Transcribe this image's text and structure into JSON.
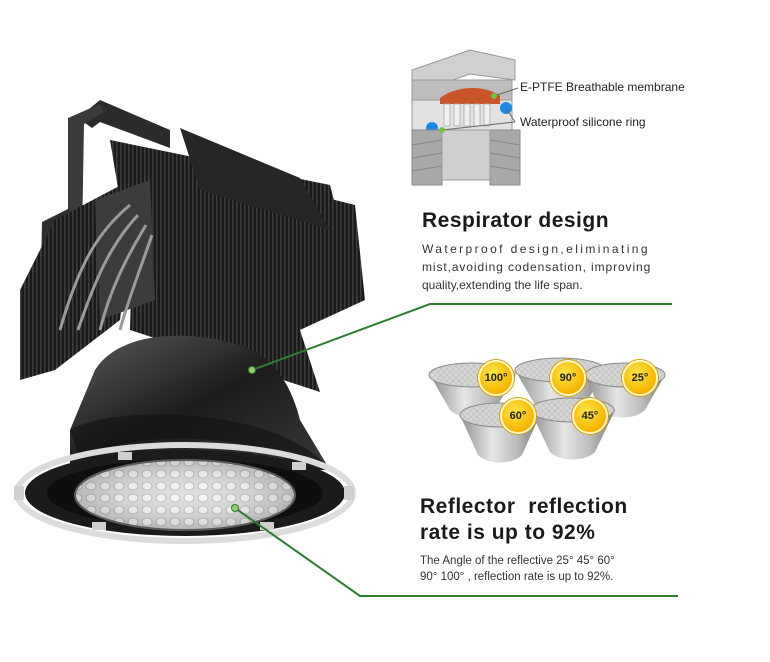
{
  "membrane_label": "E-PTFE Breathable membrane",
  "ring_label": "Waterproof silicone ring",
  "respirator": {
    "title": "Respirator design",
    "line1": "Waterproof design,eliminating",
    "line2": "mist,avoiding codensation, improving",
    "line3": "quality,extending the life span."
  },
  "reflector": {
    "title_line1": "Reflector  reflection",
    "title_line2": "rate is up to 92%",
    "line1": "The Angle of the reflective 25° 45° 60°",
    "line2": "90° 100° , reflection rate is up to 92%."
  },
  "angles": [
    "100°",
    "90°",
    "25°",
    "60°",
    "45°"
  ],
  "colors": {
    "leader_line": "#2e7d32",
    "badge": "#f4b400"
  }
}
